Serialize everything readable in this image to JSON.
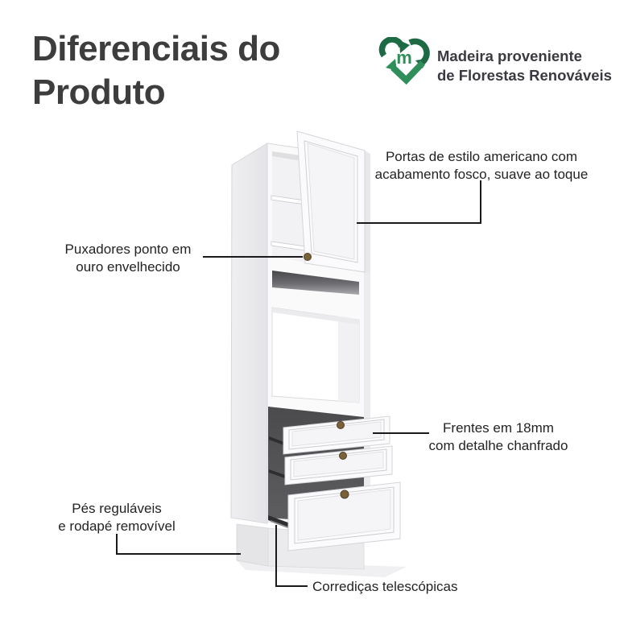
{
  "title": {
    "line1": "Diferenciais do",
    "line2": "Produto"
  },
  "eco_badge": {
    "icon": "recycle-heart-m-icon",
    "icon_letter": "m",
    "line1": "Madeira proveniente",
    "line2": "de Florestas Renováveis"
  },
  "callouts": {
    "portas": {
      "line1": "Portas de estilo americano com",
      "line2": "acabamento fosco, suave ao toque"
    },
    "puxadores": {
      "line1": "Puxadores ponto em",
      "line2": "ouro envelhecido"
    },
    "frentes": {
      "line1": "Frentes em 18mm",
      "line2": "com detalhe chanfrado"
    },
    "pes": {
      "line1": "Pés reguláveis",
      "line2": "e rodapé removível"
    },
    "corredicas": {
      "line1": "Corrediças telescópicas"
    }
  },
  "colors": {
    "title_text": "#3d3d3d",
    "callout_text": "#232323",
    "callout_line": "#1a1a1a",
    "eco_green_dark": "#1d6a45",
    "eco_green_mid": "#2f8f5a",
    "knob_bronze": "#7a6238",
    "cabinet_white": "#fbfbfd",
    "cabinet_gray": "#e9e9ec"
  }
}
